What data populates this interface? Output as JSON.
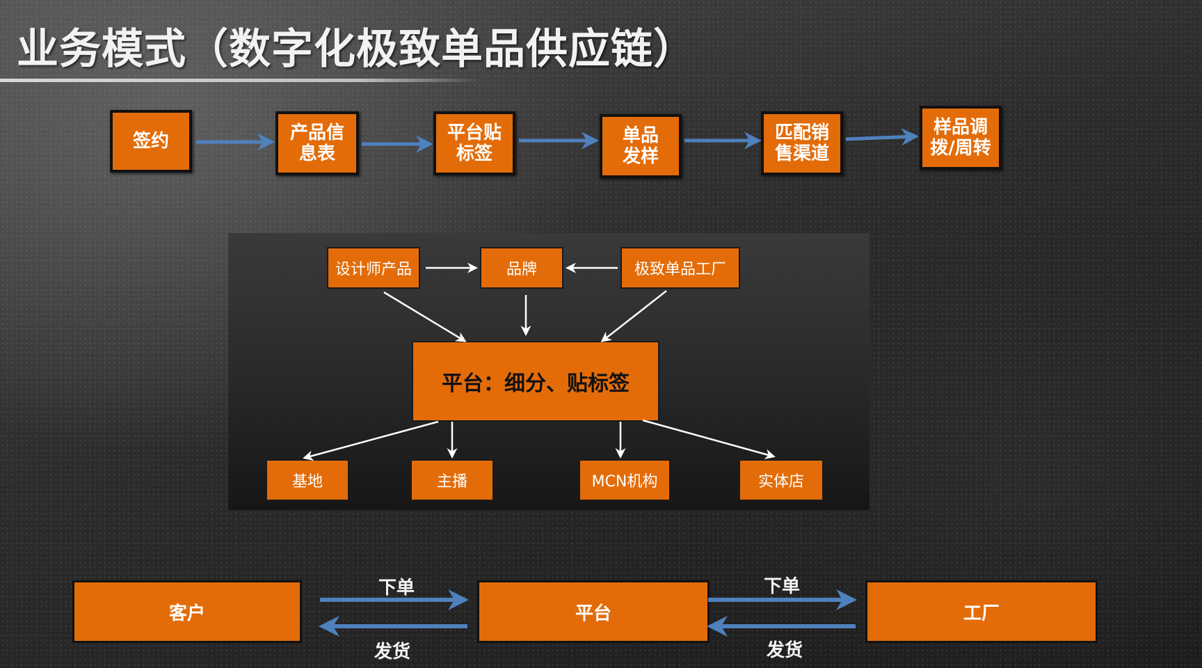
{
  "title": "业务模式（数字化极致单品供应链）",
  "colors": {
    "orange": "#e36c09",
    "blue_arrow": "#4f81bd",
    "white_arrow": "#ffffff"
  },
  "process_steps": [
    {
      "label": "签约"
    },
    {
      "label": "产品信\n息表"
    },
    {
      "label": "平台贴\n标签"
    },
    {
      "label": "单品\n发样"
    },
    {
      "label": "匹配销\n售渠道"
    },
    {
      "label": "样品调\n拨/周转"
    }
  ],
  "network": {
    "sources": [
      "设计师产品",
      "品牌",
      "极致单品工厂"
    ],
    "center": "平台：细分、贴标签",
    "channels": [
      "基地",
      "主播",
      "MCN机构",
      "实体店"
    ]
  },
  "order_flow": {
    "customer": "客户",
    "platform": "平台",
    "factory": "工厂",
    "order_label_1": "下单",
    "ship_label_1": "发货",
    "order_label_2": "下单",
    "ship_label_2": "发货"
  }
}
